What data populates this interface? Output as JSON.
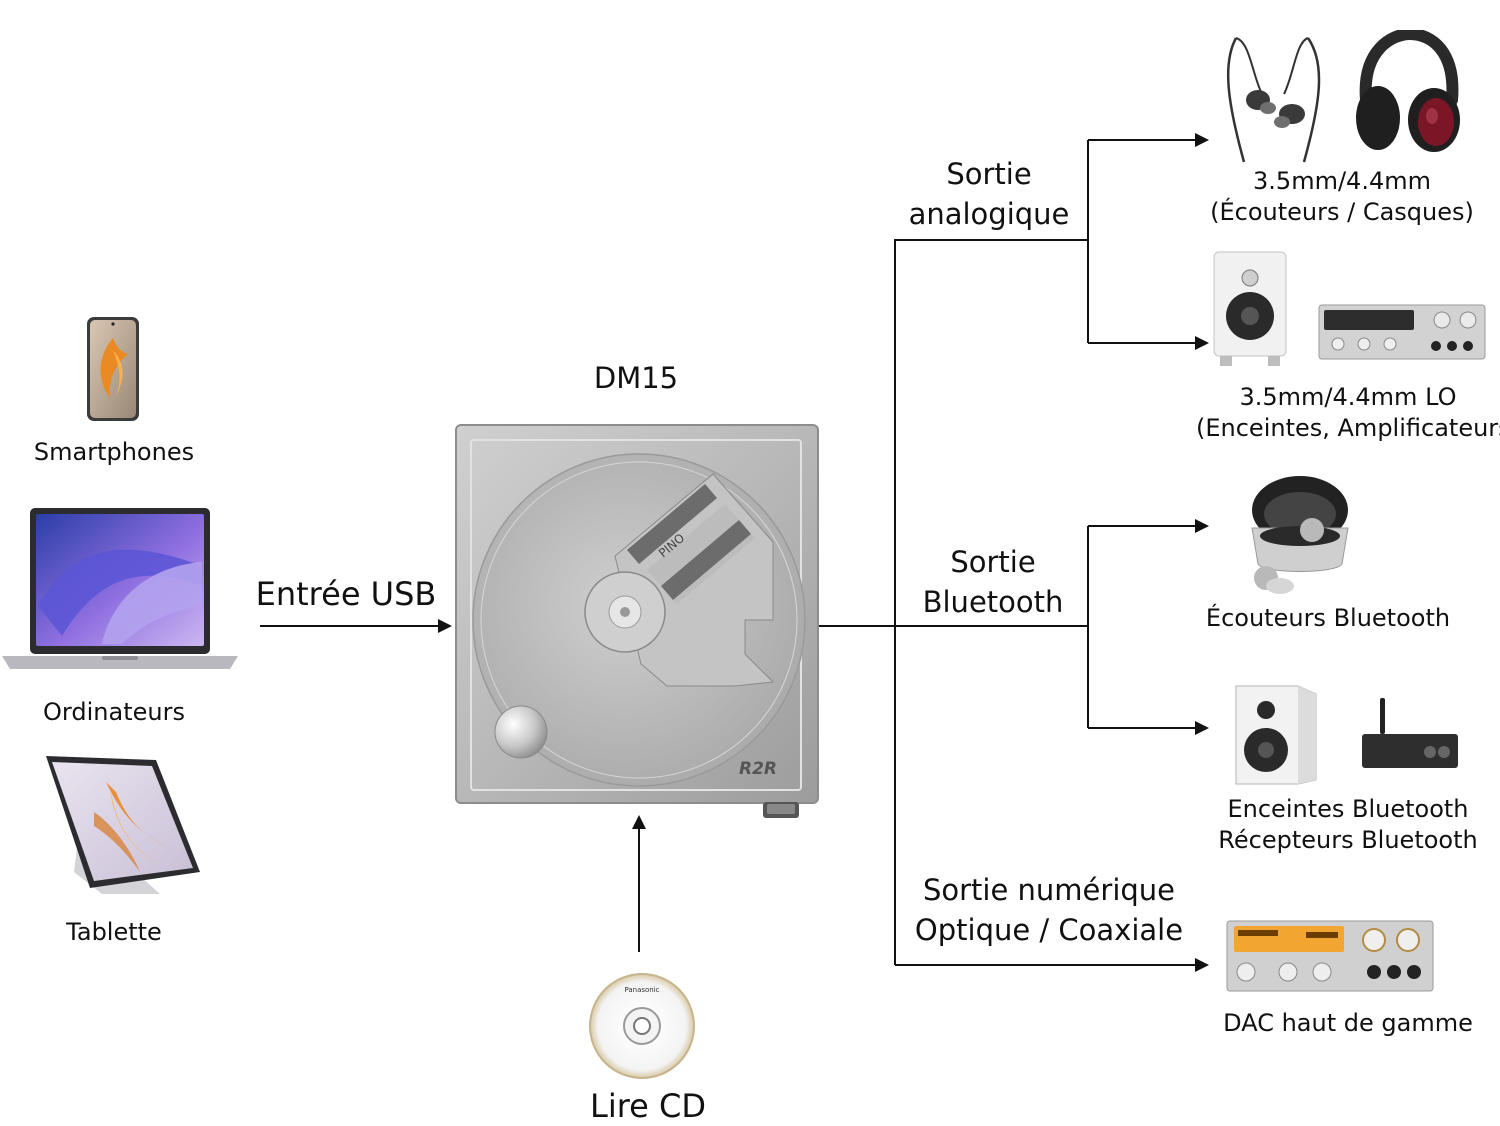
{
  "center": {
    "title": "DM15",
    "brand_mark": "R2R",
    "disc_label": "PINO"
  },
  "inputs": [
    {
      "label": "Smartphones"
    },
    {
      "label": "Ordinateurs"
    },
    {
      "label": "Tablette"
    }
  ],
  "usb": {
    "label": "Entrée USB"
  },
  "cd": {
    "label": "Lire CD",
    "disc_text": "Panasonic"
  },
  "outputs": {
    "analog": {
      "line1": "Sortie",
      "line2": "analogique",
      "headphones": {
        "line1": "3.5mm/4.4mm",
        "line2": "(Écouteurs / Casques)"
      },
      "speakers": {
        "line1": "3.5mm/4.4mm LO",
        "line2": "(Enceintes, Amplificateurs"
      }
    },
    "bluetooth": {
      "line1": "Sortie",
      "line2": "Bluetooth",
      "earbuds": {
        "label": "Écouteurs Bluetooth"
      },
      "speakers": {
        "line1": "Enceintes Bluetooth",
        "line2": "Récepteurs Bluetooth"
      }
    },
    "digital": {
      "line1": "Sortie numérique",
      "line2": "Optique / Coaxiale",
      "dac": {
        "label": "DAC haut de gamme"
      }
    }
  },
  "colors": {
    "line": "#111111",
    "device_silver": "#b9b9b9",
    "dac_display": "#f2a531",
    "headphone_cup": "#7a1626"
  }
}
